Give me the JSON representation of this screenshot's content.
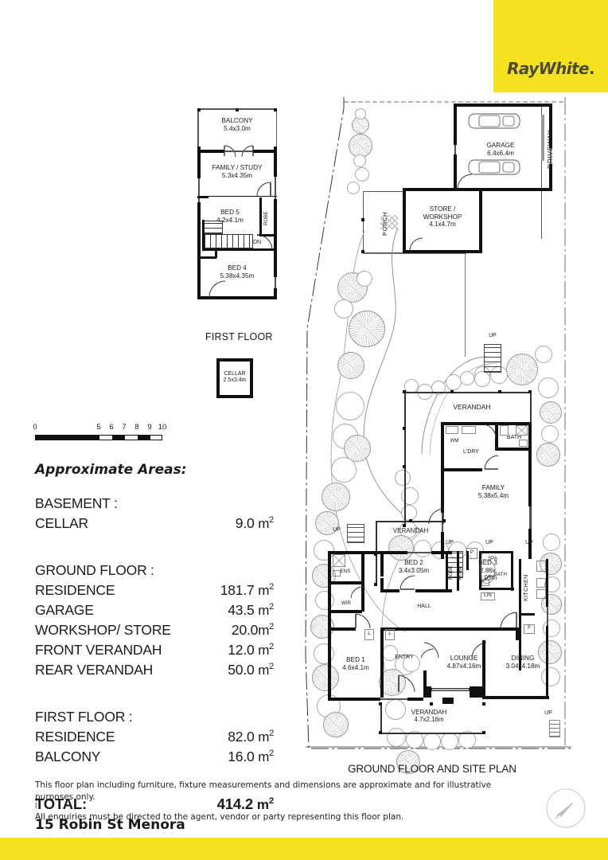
{
  "brand": {
    "name_ray": "Ray",
    "name_white": "White",
    "dot": "."
  },
  "scale": {
    "ticks": [
      "0",
      "5",
      "6",
      "7",
      "8",
      "9",
      "10"
    ]
  },
  "areas": {
    "title": "Approximate Areas:",
    "rows": [
      {
        "label": "BASEMENT :",
        "value": "",
        "unit": ""
      },
      {
        "label": "CELLAR",
        "value": "9.0",
        "unit": "m"
      },
      {
        "label": "GROUND FLOOR :",
        "value": "",
        "unit": ""
      },
      {
        "label": "RESIDENCE",
        "value": "181.7",
        "unit": "m"
      },
      {
        "label": "GARAGE",
        "value": "43.5",
        "unit": "m"
      },
      {
        "label": "WORKSHOP/  STORE",
        "value": "20.0",
        "unit": "m"
      },
      {
        "label": "FRONT VERANDAH",
        "value": "12.0",
        "unit": "m"
      },
      {
        "label": "REAR VERANDAH",
        "value": "50.0",
        "unit": "m"
      },
      {
        "label": "FIRST FLOOR :",
        "value": "",
        "unit": ""
      },
      {
        "label": "RESIDENCE",
        "value": "82.0",
        "unit": "m"
      },
      {
        "label": "BALCONY",
        "value": "16.0",
        "unit": "m"
      },
      {
        "label": "TOTAL:",
        "value": "414.2",
        "unit": "m"
      }
    ],
    "superscript": "2"
  },
  "captions": {
    "first_floor": "FIRST FLOOR",
    "site_plan": "GROUND FLOOR AND SITE PLAN"
  },
  "disclaimer": {
    "line1": "This floor plan including furniture, fixture measurements and dimensions are approximate and for illustrative purposes only.",
    "line_stray": "l",
    "line2": "All enquiries must be directed to the agent, vendor or party representing this floor plan."
  },
  "address": "15 Robin St Menora",
  "first_floor": {
    "rooms": [
      {
        "name": "BALCONY",
        "dims": "5.4x3.0m"
      },
      {
        "name": "FAMILY / STUDY",
        "dims": "5.3x4.35m"
      },
      {
        "name": "BED 5",
        "dims": "4.2x4.1m"
      },
      {
        "name": "BED 4",
        "dims": "5.38x4.35m"
      }
    ],
    "robe": "ROBE",
    "stair": "DN"
  },
  "basement": {
    "room": {
      "name": "CELLAR",
      "dims": "2.5x3.4m"
    }
  },
  "site": {
    "driveway": "DRIVEWAY",
    "porch": "PORCH",
    "garage": {
      "name": "GARAGE",
      "dims": "6.4x6.4m"
    },
    "store": {
      "name_line1": "STORE /",
      "name_line2": "WORKSHOP",
      "dims": "4.1x4.7m"
    },
    "up_labels": [
      "UP",
      "UP",
      "UP",
      "UP",
      "UP",
      "UP"
    ],
    "verandah_rear": "VERANDAH",
    "verandah_mid": "VERANDAH",
    "verandah_front": {
      "name": "VERANDAH",
      "dims": "4.7x2.16m"
    },
    "rooms": [
      {
        "name": "FAMILY",
        "dims": "5.38x5.4m"
      },
      {
        "name": "BED 1",
        "dims": "4.6x4.1m"
      },
      {
        "name": "BED 2",
        "dims": "3.4x3.05m"
      },
      {
        "name": "BED 3",
        "dims": "2.86x",
        "dims2": "3.05m"
      },
      {
        "name": "LOUNGE",
        "dims": "4.87x4.16m"
      },
      {
        "name": "DINING",
        "dims": "3.04x4.18m"
      }
    ],
    "small_labels": {
      "ldry": "L'DRY",
      "wm": "WM",
      "bath_rear": "BATH",
      "bath_mid": "BATH",
      "spa": "SPA",
      "lin": "LIN",
      "p": "P",
      "kitchen": "KITCHEN",
      "f": "F",
      "hall": "HALL",
      "entry": "ENTRY",
      "ens": "ENS",
      "wir": "WIR",
      "robe_a": "ROBE",
      "robe_b": "ROBE",
      "l_a": "L",
      "l_b": "L"
    }
  }
}
